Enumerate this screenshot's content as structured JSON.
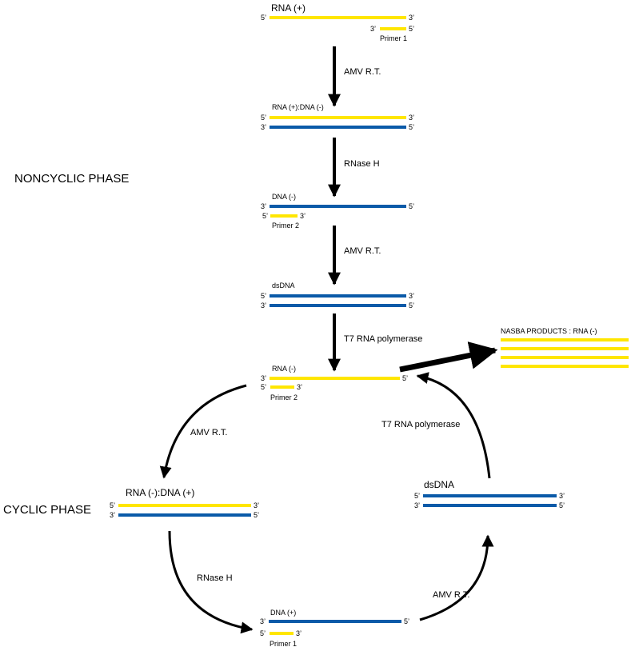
{
  "colors": {
    "rna": "#FFE600",
    "dna": "#0A5AA8",
    "arrow": "#000000",
    "text": "#000000"
  },
  "labels": {
    "rna_plus": "RNA (+)",
    "rna_plus_dna_minus": "RNA (+):DNA (-)",
    "dna_minus": "DNA (-)",
    "dsdna_1": "dsDNA",
    "rna_minus": "RNA (-)",
    "rna_minus_dna_plus": "RNA (-):DNA (+)",
    "dsdna_2": "dsDNA",
    "dna_plus": "DNA (+)",
    "primer1": "Primer 1",
    "primer2": "Primer 2",
    "primer2_b": "Primer 2",
    "primer1_b": "Primer 1",
    "products": "NASBA PRODUCTS : RNA (-)"
  },
  "steps": {
    "amv_rt_1": "AMV R.T.",
    "rnase_h_1": "RNase H",
    "amv_rt_2": "AMV R.T.",
    "t7_1": "T7 RNA polymerase",
    "amv_rt_3": "AMV R.T.",
    "rnase_h_2": "RNase H",
    "amv_rt_4": "AMV R.T.",
    "t7_2": "T7 RNA polymerase"
  },
  "phases": {
    "noncyclic": "NONCYCLIC PHASE",
    "cyclic": "CYCLIC PHASE"
  },
  "ends": {
    "five": "5’",
    "three": "3’"
  }
}
